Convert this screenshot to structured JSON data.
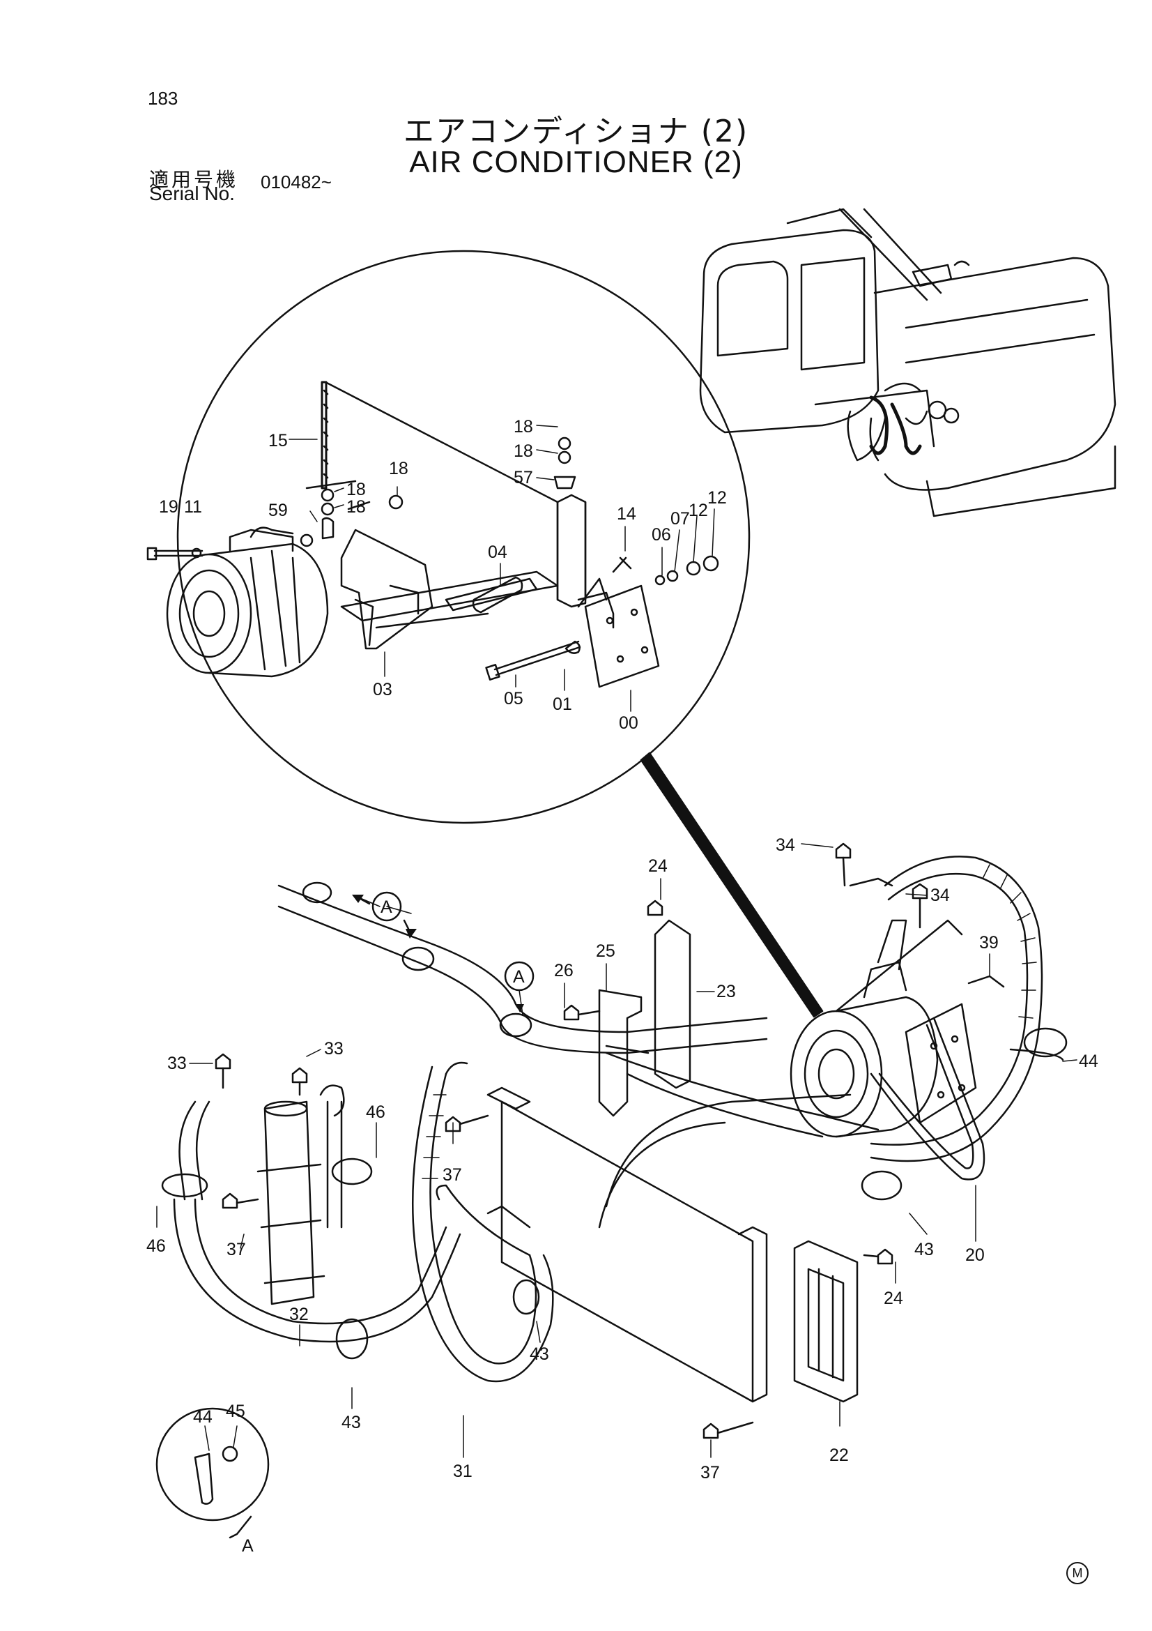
{
  "page_number": "183",
  "title_jp": "エアコンディショナ (2)",
  "title_en": "AIR CONDITIONER (2)",
  "serial_label_jp": "適用号機",
  "serial_label_en": "Serial No.",
  "serial_value": "010482~",
  "mark": "M",
  "callouts": [
    {
      "id": "c15",
      "label": "15"
    },
    {
      "id": "c18a",
      "label": "18"
    },
    {
      "id": "c18b",
      "label": "18"
    },
    {
      "id": "c57",
      "label": "57"
    },
    {
      "id": "c18c",
      "label": "18"
    },
    {
      "id": "c18d",
      "label": "18"
    },
    {
      "id": "c18e",
      "label": "18"
    },
    {
      "id": "c19",
      "label": "19"
    },
    {
      "id": "c11",
      "label": "11"
    },
    {
      "id": "c59",
      "label": "59"
    },
    {
      "id": "c14",
      "label": "14"
    },
    {
      "id": "c06",
      "label": "06"
    },
    {
      "id": "c07",
      "label": "07"
    },
    {
      "id": "c12a",
      "label": "12"
    },
    {
      "id": "c12b",
      "label": "12"
    },
    {
      "id": "c04",
      "label": "04"
    },
    {
      "id": "c03",
      "label": "03"
    },
    {
      "id": "c05",
      "label": "05"
    },
    {
      "id": "c01",
      "label": "01"
    },
    {
      "id": "c00",
      "label": "00"
    },
    {
      "id": "c34a",
      "label": "34"
    },
    {
      "id": "c34b",
      "label": "34"
    },
    {
      "id": "c24a",
      "label": "24"
    },
    {
      "id": "c39",
      "label": "39"
    },
    {
      "id": "c25",
      "label": "25"
    },
    {
      "id": "c26",
      "label": "26"
    },
    {
      "id": "c23",
      "label": "23"
    },
    {
      "id": "c44a",
      "label": "44"
    },
    {
      "id": "c33a",
      "label": "33"
    },
    {
      "id": "c33b",
      "label": "33"
    },
    {
      "id": "c46a",
      "label": "46"
    },
    {
      "id": "c37a",
      "label": "37"
    },
    {
      "id": "c46b",
      "label": "46"
    },
    {
      "id": "c37b",
      "label": "37"
    },
    {
      "id": "c43a",
      "label": "43"
    },
    {
      "id": "c20",
      "label": "20"
    },
    {
      "id": "c24b",
      "label": "24"
    },
    {
      "id": "c32",
      "label": "32"
    },
    {
      "id": "c43b",
      "label": "43"
    },
    {
      "id": "c43c",
      "label": "43"
    },
    {
      "id": "c22",
      "label": "22"
    },
    {
      "id": "c31",
      "label": "31"
    },
    {
      "id": "c37c",
      "label": "37"
    },
    {
      "id": "c44b",
      "label": "44"
    },
    {
      "id": "c45",
      "label": "45"
    }
  ],
  "view_markers": [
    {
      "id": "va1",
      "label": "A"
    },
    {
      "id": "va2",
      "label": "A"
    },
    {
      "id": "va3",
      "label": "A"
    }
  ]
}
